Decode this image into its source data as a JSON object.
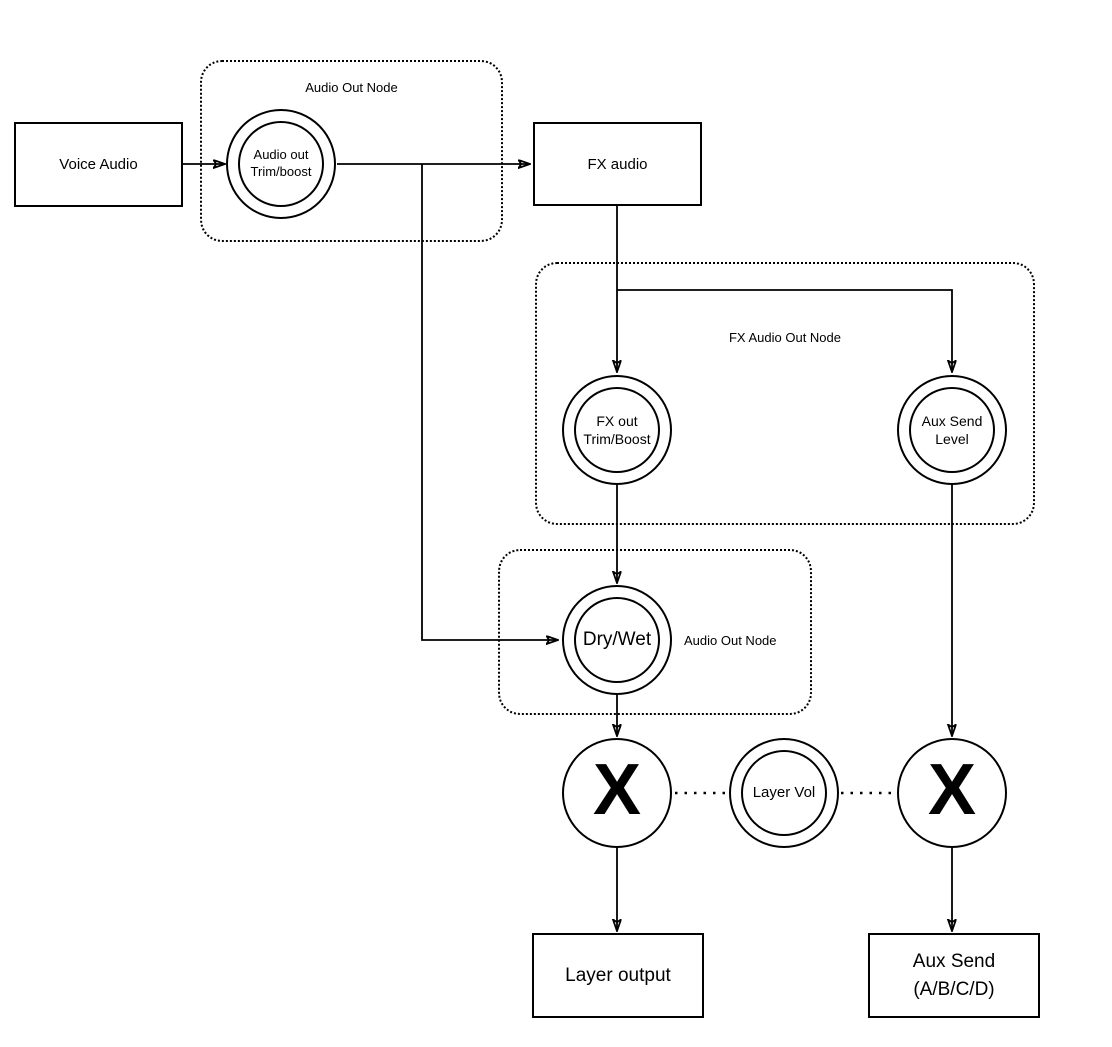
{
  "diagram": {
    "colors": {
      "stroke": "#000000",
      "background": "#ffffff"
    },
    "boxes": {
      "voice_audio": {
        "label": "Voice Audio"
      },
      "fx_audio": {
        "label": "FX audio"
      },
      "layer_output": {
        "label": "Layer output"
      },
      "aux_send": {
        "line1": "Aux Send",
        "line2": "(A/B/C/D)"
      }
    },
    "groups": {
      "audio_out_node_top": {
        "label": "Audio Out Node"
      },
      "fx_audio_out_node": {
        "label": "FX Audio Out Node"
      },
      "audio_out_node_drywet": {
        "label": "Audio Out Node"
      }
    },
    "knobs": {
      "audio_out_trim": {
        "line1": "Audio out",
        "line2": "Trim/boost"
      },
      "fx_out_trim": {
        "line1": "FX out",
        "line2": "Trim/Boost"
      },
      "aux_send_level": {
        "line1": "Aux Send",
        "line2": "Level"
      },
      "dry_wet": {
        "label": "Dry/Wet"
      },
      "layer_vol": {
        "label": "Layer Vol"
      }
    },
    "operators": {
      "multiply_left": {
        "label": "X"
      },
      "multiply_right": {
        "label": "X"
      }
    }
  }
}
